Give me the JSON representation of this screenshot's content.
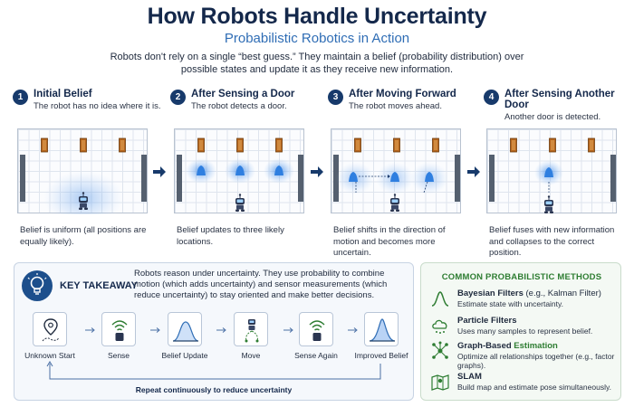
{
  "header": {
    "title": "How Robots Handle Uncertainty",
    "subtitle": "Probabilistic Robotics in Action",
    "intro": "Robots don't rely on a single “best guess.” They maintain a belief (probability distribution) over possible states and update it as they receive new information."
  },
  "steps": [
    {
      "num": "1",
      "title": "Initial Belief",
      "desc": "The robot has no idea where it is.",
      "caption": "Belief is uniform (all positions are equally likely)."
    },
    {
      "num": "2",
      "title": "After Sensing a Door",
      "desc": "The robot detects a door.",
      "caption": "Belief updates to three likely locations."
    },
    {
      "num": "3",
      "title": "After Moving Forward",
      "desc": "The robot moves ahead.",
      "caption": "Belief shifts in the direction of motion and becomes more uncertain."
    },
    {
      "num": "4",
      "title": "After Sensing Another Door",
      "desc": "Another door is detected.",
      "caption": "Belief fuses with new information and collapses to the correct position."
    }
  ],
  "takeaway": {
    "title": "KEY TAKEAWAY",
    "text": "Robots reason under uncertainty. They use probability to combine motion (which adds uncertainty) and sensor measurements (which reduce uncertainty) to stay oriented and make better decisions.",
    "flow": [
      {
        "label": "Unknown Start",
        "icon": "location-pin-icon"
      },
      {
        "label": "Sense",
        "icon": "sensor-signal-icon"
      },
      {
        "label": "Belief Update",
        "icon": "bell-curve-icon"
      },
      {
        "label": "Move",
        "icon": "robot-move-icon"
      },
      {
        "label": "Sense Again",
        "icon": "sensor-signal-icon"
      },
      {
        "label": "Improved Belief",
        "icon": "narrow-bell-curve-icon"
      }
    ],
    "repeat_label": "Repeat continuously to reduce uncertainty"
  },
  "methods": {
    "title": "COMMON PROBABILISTIC METHODS",
    "items": [
      {
        "name": "Bayesian Filters",
        "name_extra": " (e.g., Kalman Filter)",
        "desc": "Estimate state with uncertainty.",
        "icon": "bell-curve-icon"
      },
      {
        "name": "Particle Filters",
        "desc": "Uses many samples to represent belief.",
        "icon": "particle-cloud-icon"
      },
      {
        "name": "Graph-Based",
        "name_hl": " Estimation",
        "desc": "Optimize all relationships together (e.g., factor graphs).",
        "icon": "graph-network-icon"
      },
      {
        "name": "SLAM",
        "desc": "Build map and estimate pose simultaneously.",
        "icon": "map-pin-icon"
      }
    ]
  },
  "colors": {
    "navy": "#14284b",
    "accent_blue": "#2f6db5",
    "belief_blue": "#2f7fe0",
    "door": "#b5651d",
    "green": "#2e7d32"
  }
}
